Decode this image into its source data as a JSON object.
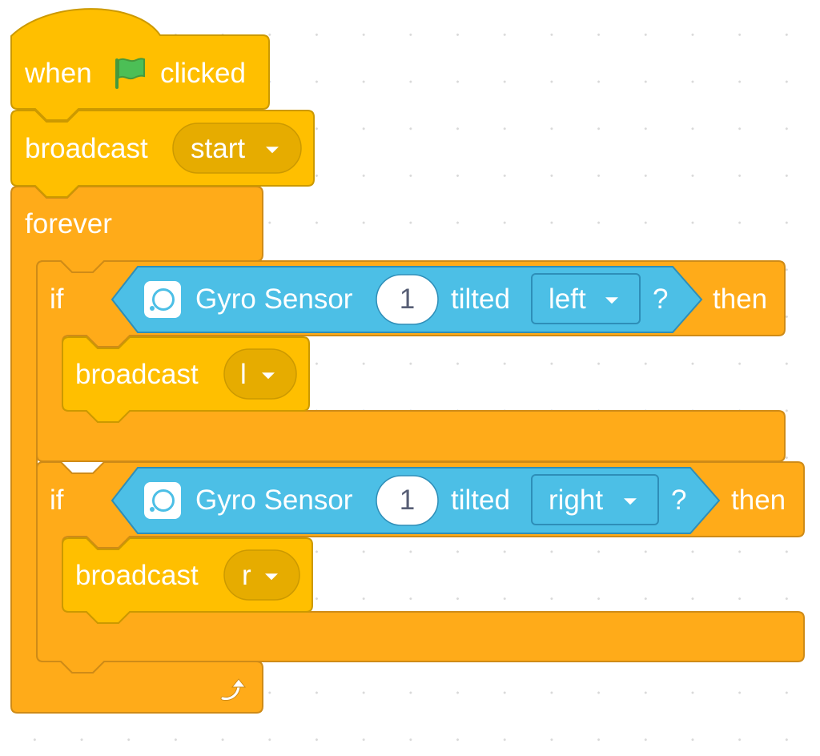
{
  "colors": {
    "events": "#ffbf00",
    "events_stroke": "#cc9900",
    "events_field": "#e6ac00",
    "control": "#ffab19",
    "control_stroke": "#cf8b17",
    "sensor": "#4cbfe6",
    "sensor_stroke": "#2e8eb8",
    "flag": "#4cbf56"
  },
  "hat_block": {
    "label_when": "when",
    "flag_icon": "green-flag-icon",
    "label_clicked": "clicked"
  },
  "broadcast_start": {
    "label": "broadcast",
    "message": "start"
  },
  "forever_block": {
    "label": "forever",
    "loop_icon": "loop-arrow-icon"
  },
  "if_left": {
    "label_if": "if",
    "sensor_icon": "gyro-sensor-icon",
    "sensor_label": "Gyro Sensor",
    "port": "1",
    "label_tilted": "tilted",
    "direction": "left",
    "question": "?",
    "label_then": "then",
    "broadcast_label": "broadcast",
    "broadcast_message": "l"
  },
  "if_right": {
    "label_if": "if",
    "sensor_icon": "gyro-sensor-icon",
    "sensor_label": "Gyro Sensor",
    "port": "1",
    "label_tilted": "tilted",
    "direction": "right",
    "question": "?",
    "label_then": "then",
    "broadcast_label": "broadcast",
    "broadcast_message": "r"
  }
}
